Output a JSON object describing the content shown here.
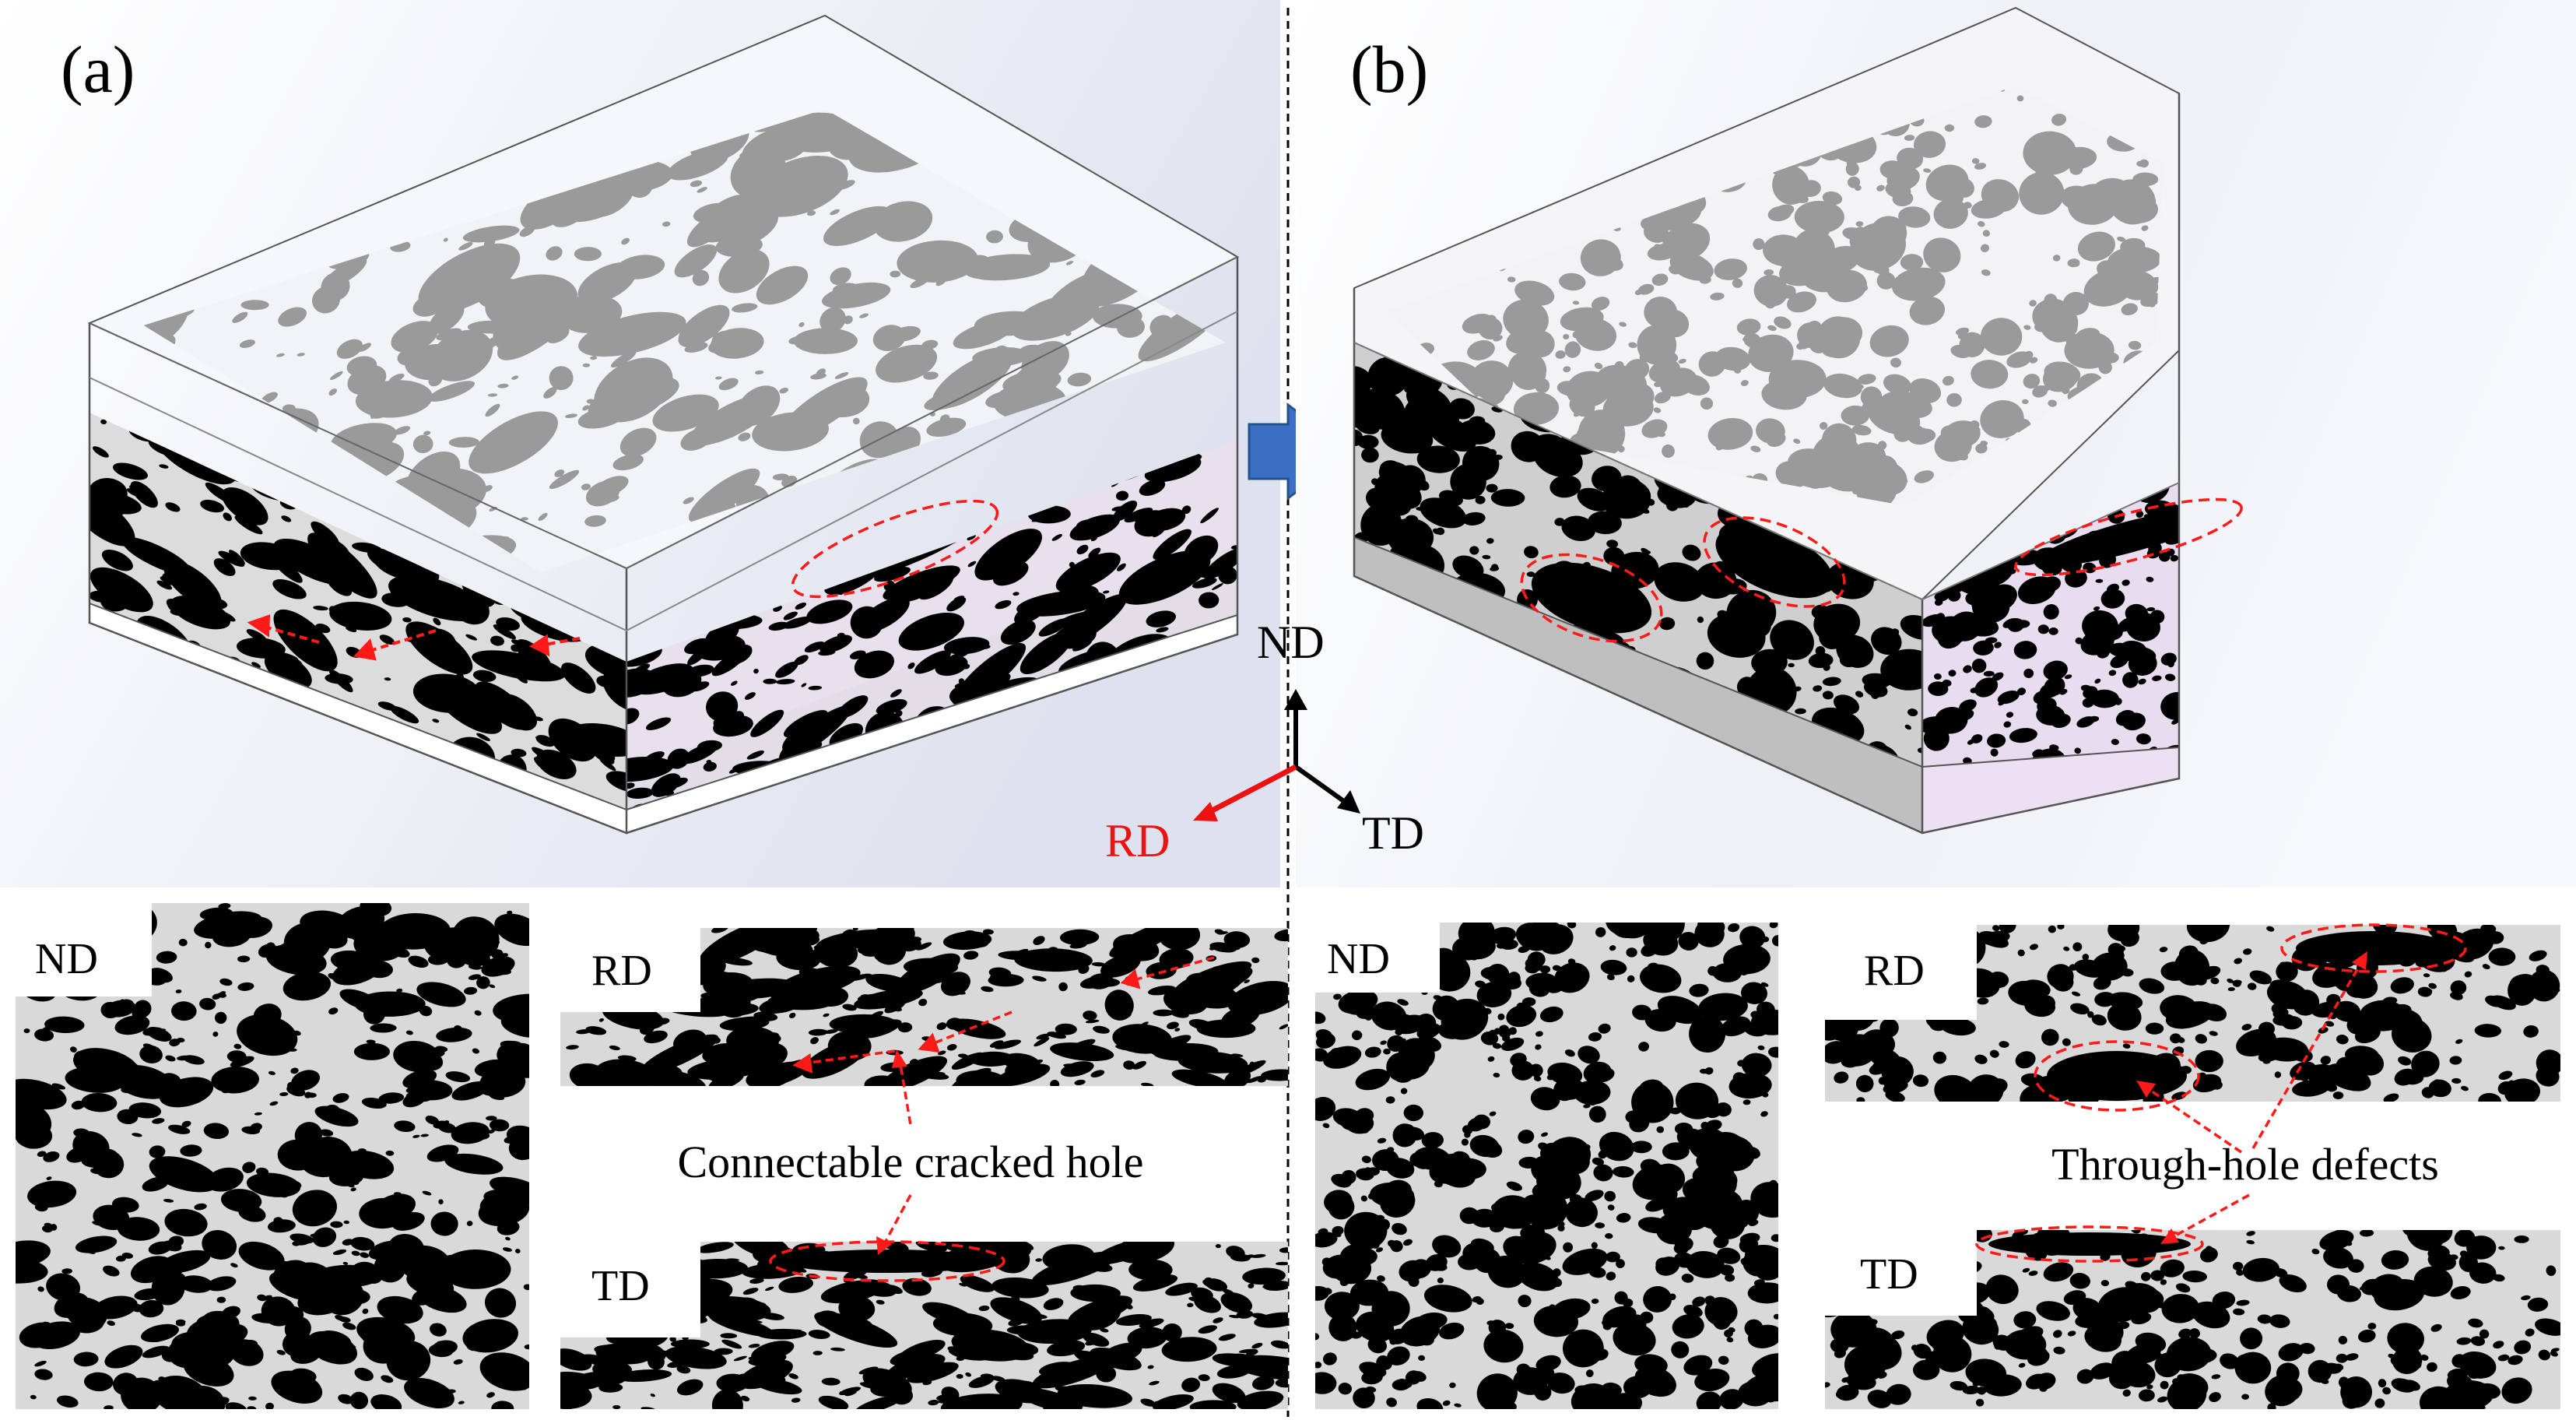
{
  "panels": {
    "a": {
      "label": "(a)"
    },
    "b": {
      "label": "(b)"
    }
  },
  "axes": {
    "nd": "ND",
    "rd": "RD",
    "td": "TD"
  },
  "sections": {
    "a": {
      "nd": "ND",
      "rd": "RD",
      "td": "TD",
      "annotation": "Connectable cracked hole"
    },
    "b": {
      "nd": "ND",
      "rd": "RD",
      "td": "TD",
      "annotation": "Through-hole defects"
    }
  },
  "colors": {
    "pore": "#000000",
    "matrix": "#d9d9d9",
    "top_pore": "#9a9a9a",
    "highlight": "#ff1a1a",
    "arrow": "#3a6fc4",
    "rd_axis": "#ee1111",
    "pink_face": "#ece0f2"
  },
  "icons": {
    "transition": "right-arrow-icon"
  }
}
